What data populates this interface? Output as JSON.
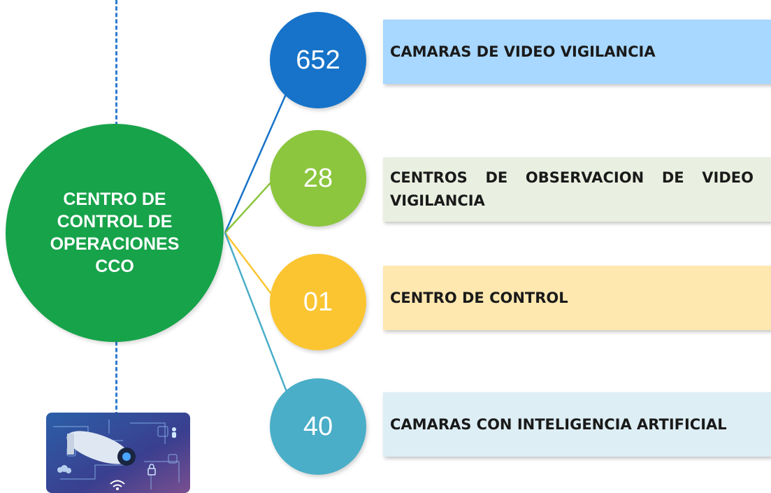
{
  "hub": {
    "label": "CENTRO DE\nCONTROL DE\nOPERACIONES\nCCO",
    "color": "#17a34a"
  },
  "items": [
    {
      "number": "652",
      "text": "CAMARAS DE VIDEO VIGILANCIA",
      "circle_color": "#1673c9",
      "bar_color": "#a8d7ff"
    },
    {
      "number": "28",
      "text": "CENTROS DE OBSERVACION DE VIDEO VIGILANCIA",
      "circle_color": "#8cc63f",
      "bar_color": "#eaf0e1"
    },
    {
      "number": "01",
      "text": "CENTRO DE CONTROL",
      "circle_color": "#fbc531",
      "bar_color": "#ffe8b0"
    },
    {
      "number": "40",
      "text": "CAMARAS CON INTELIGENCIA ARTIFICIAL",
      "circle_color": "#4aaec8",
      "bar_color": "#ddeef4"
    }
  ],
  "thumbnail": {
    "icons": [
      "security-camera-icon",
      "wifi-icon",
      "user-icon",
      "lock-icon",
      "cloud-icon"
    ]
  }
}
